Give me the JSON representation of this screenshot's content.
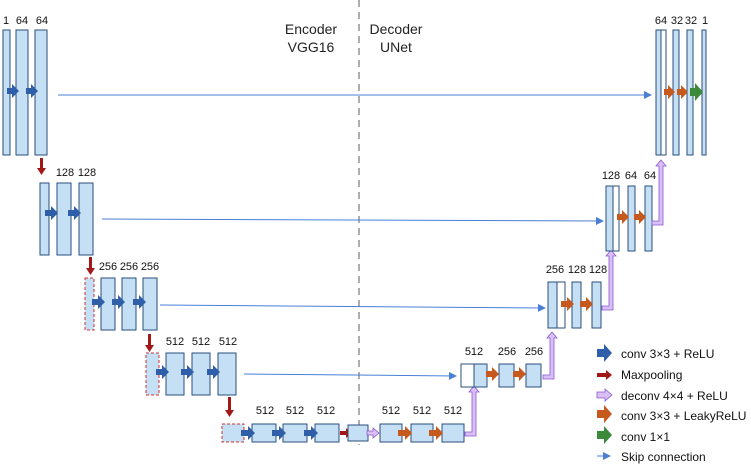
{
  "headers": {
    "encoder_line1": "Encoder",
    "encoder_line2": "VGG16",
    "decoder_line1": "Decoder",
    "decoder_line2": "UNet"
  },
  "enc1_labels": [
    "1",
    "64",
    "64"
  ],
  "enc2_labels": [
    "128",
    "128"
  ],
  "enc3_labels": [
    "256",
    "256",
    "256"
  ],
  "enc4_labels": [
    "512",
    "512",
    "512"
  ],
  "enc5_labels": [
    "512",
    "512",
    "512"
  ],
  "dec5_labels": [
    "512",
    "512",
    "512"
  ],
  "dec4_labels": [
    "512",
    "256",
    "256"
  ],
  "dec3_labels": [
    "256",
    "128",
    "128"
  ],
  "dec2_labels": [
    "128",
    "64",
    "64"
  ],
  "dec1_labels": [
    "64",
    "32",
    "32",
    "1"
  ],
  "legend": [
    {
      "label": "conv 3×3 + ReLU",
      "icon": "blue-arrow",
      "color": "#2f5fa8"
    },
    {
      "label": "Maxpooling",
      "icon": "red-arrow",
      "color": "#a01818"
    },
    {
      "label": "deconv 4×4 + ReLU",
      "icon": "purple-arrow",
      "color": "#b388e8"
    },
    {
      "label": "conv 3×3 + LeakyReLU",
      "icon": "orange-arrow",
      "color": "#c65a1e"
    },
    {
      "label": "conv 1×1",
      "icon": "green-arrow",
      "color": "#3a8a3a"
    },
    {
      "label": "Skip connection",
      "icon": "thin-blue-arrow",
      "color": "#4a7fd6"
    }
  ],
  "colors": {
    "block_fill": "#c5dff5",
    "block_stroke": "#2a4f7a",
    "pool_stroke": "#d03030",
    "skip": "#4a7fd6",
    "divider": "#9a9a9a"
  }
}
